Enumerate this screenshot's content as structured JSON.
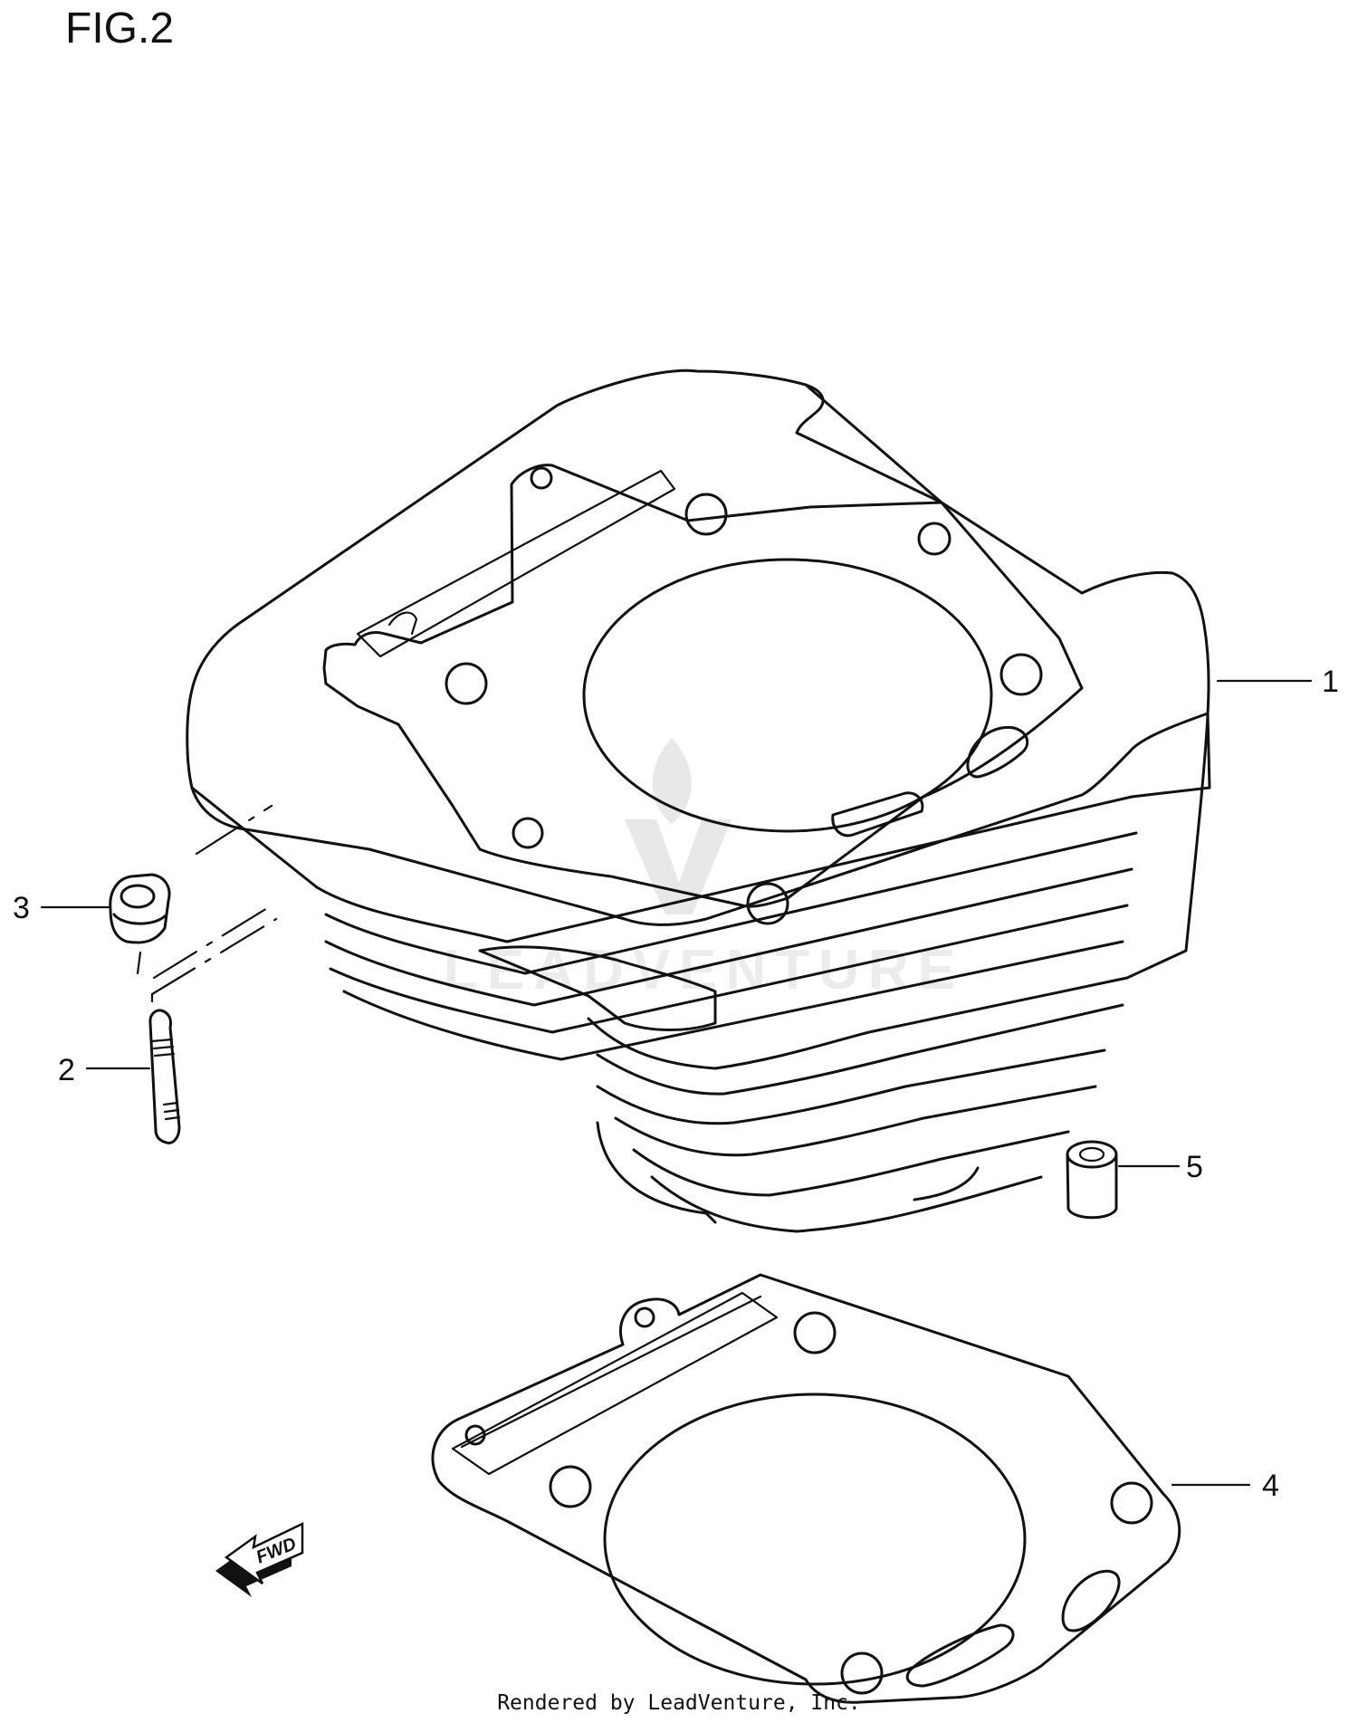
{
  "figure": {
    "title": "FIG.2"
  },
  "callouts": [
    {
      "id": "1",
      "label": "1"
    },
    {
      "id": "2",
      "label": "2"
    },
    {
      "id": "3",
      "label": "3"
    },
    {
      "id": "4",
      "label": "4"
    },
    {
      "id": "5",
      "label": "5"
    }
  ],
  "direction_arrow": {
    "label": "FWD"
  },
  "watermark": {
    "text": "LEADVENTURE"
  },
  "footer": {
    "text": "Rendered by LeadVenture, Inc."
  }
}
